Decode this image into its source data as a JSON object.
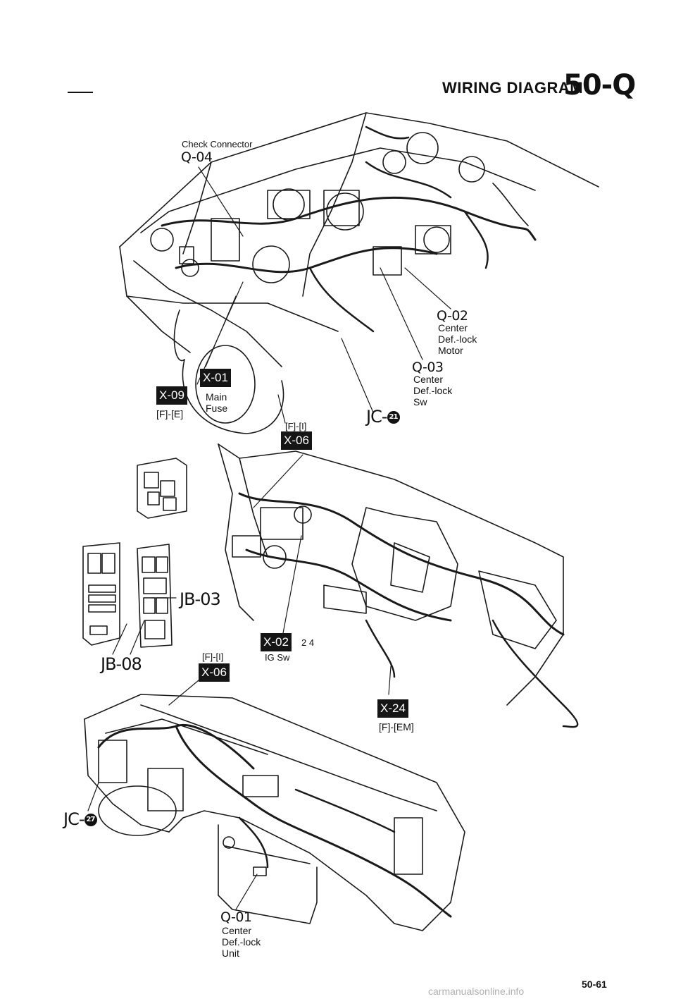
{
  "header": {
    "title": "WIRING DIAGRAM",
    "code": "50-Q"
  },
  "labels": {
    "q04_caption": "Check Connector",
    "q04_code": "Q-04",
    "q02_code": "Q-02",
    "q02_line1": "Center",
    "q02_line2": "Def.-lock",
    "q02_line3": "Motor",
    "q03_code": "Q-03",
    "q03_line1": "Center",
    "q03_line2": "Def.-lock",
    "q03_line3": "Sw",
    "x01_tag": "X-01",
    "x01_line1": "Main",
    "x01_line2": "Fuse",
    "x09_tag": "X-09",
    "x09_ref": "[F]-[E]",
    "x06_top_ref": "[F]-[I]",
    "x06_top_tag": "X-06",
    "jc21_prefix": "JC-",
    "jc21_num": "21",
    "jb03": "JB-03",
    "jb08": "JB-08",
    "x06_mid_ref": "[F]-[I]",
    "x06_mid_tag": "X-06",
    "x02_tag": "X-02",
    "x02_pins": "2 4",
    "x02_desc": "IG Sw",
    "x24_tag": "X-24",
    "x24_ref": "[F]-[EM]",
    "jc27_prefix": "JC-",
    "jc27_num": "27",
    "q01_code": "Q-01",
    "q01_line1": "Center",
    "q01_line2": "Def.-lock",
    "q01_line3": "Unit"
  },
  "footer": {
    "page": "50-61",
    "watermark": "carmanualsonline.info"
  }
}
